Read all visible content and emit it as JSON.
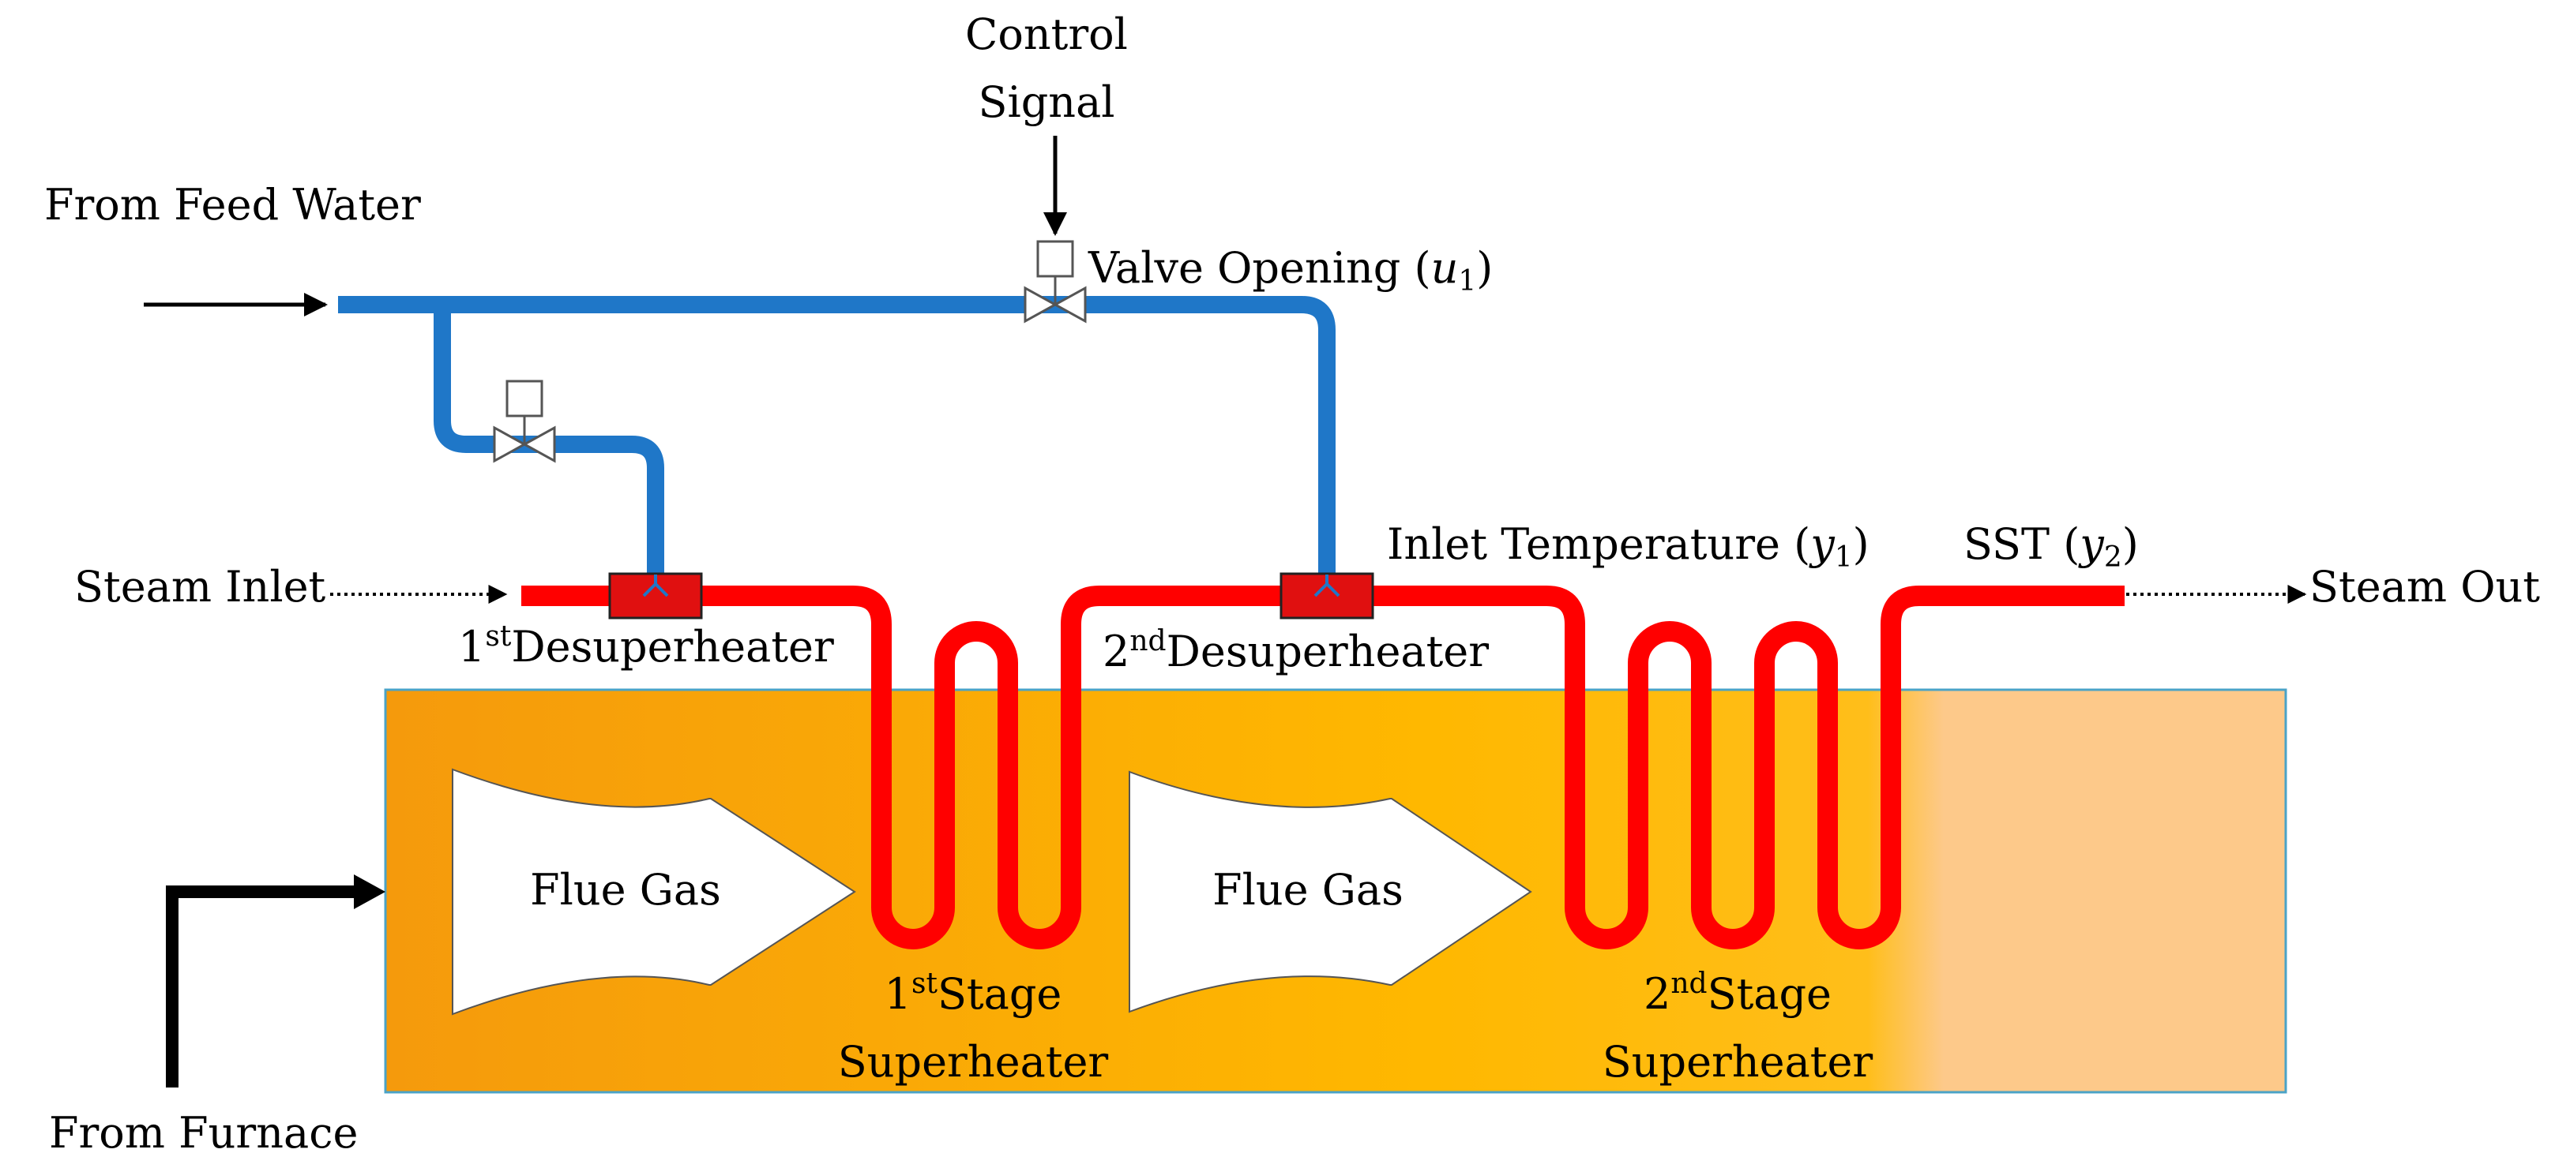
{
  "labels": {
    "control_signal_line1": "Control",
    "control_signal_line2": "Signal",
    "from_feed_water": "From Feed Water",
    "valve_opening": "Valve Opening (",
    "valve_opening_var": "u",
    "valve_opening_sub": "1",
    "valve_opening_close": ")",
    "steam_inlet": "Steam Inlet",
    "desuperheater_1_sup_base": "1",
    "desuperheater_1_sup": "st",
    "desuperheater_1_text": "Desuperheater",
    "desuperheater_2_sup_base": "2",
    "desuperheater_2_sup": "nd",
    "desuperheater_2_text": "Desuperheater",
    "inlet_temperature": "Inlet Temperature (",
    "inlet_temperature_var": "y",
    "inlet_temperature_sub": "1",
    "inlet_temperature_close": ")",
    "sst": "SST (",
    "sst_var": "y",
    "sst_sub": "2",
    "sst_close": ")",
    "steam_out": "Steam Out",
    "flue_gas_1": "Flue Gas",
    "flue_gas_2": "Flue Gas",
    "stage1_base": "1",
    "stage1_sup": "st",
    "stage1_word": "Stage",
    "stage1_line2": "Superheater",
    "stage2_base": "2",
    "stage2_sup": "nd",
    "stage2_word": "Stage",
    "stage2_line2": "Superheater",
    "from_furnace": "From Furnace"
  },
  "colors": {
    "water_pipe": "#1f77c8",
    "steam_pipe": "#ff0000",
    "furnace_dark": "#f59a0c",
    "furnace_mid": "#ffc000",
    "furnace_light": "#fdc98a",
    "furnace_border": "#4ba3c7",
    "desuperheater_fill": "#e01010"
  }
}
